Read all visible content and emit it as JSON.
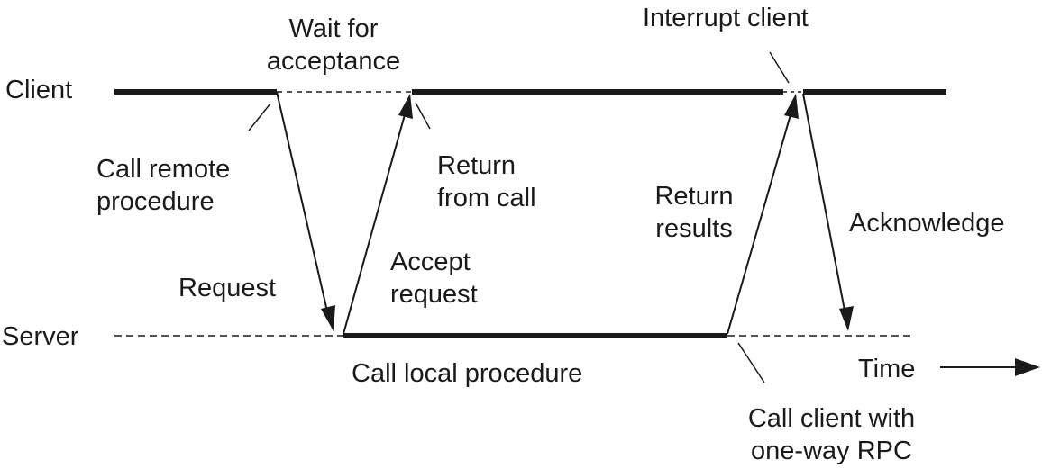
{
  "lanes": {
    "client": "Client",
    "server": "Server"
  },
  "labels": {
    "wait_for_acceptance": [
      "Wait for",
      "acceptance"
    ],
    "interrupt_client": "Interrupt client",
    "call_remote_procedure": [
      "Call remote",
      "procedure"
    ],
    "return_from_call": [
      "Return",
      "from call"
    ],
    "return_results": [
      "Return",
      "results"
    ],
    "acknowledge": "Acknowledge",
    "request": "Request",
    "accept_request": [
      "Accept",
      "request"
    ],
    "call_local_procedure": "Call local procedure",
    "time": "Time",
    "call_client_oneway": [
      "Call client with",
      "one-way RPC"
    ]
  }
}
